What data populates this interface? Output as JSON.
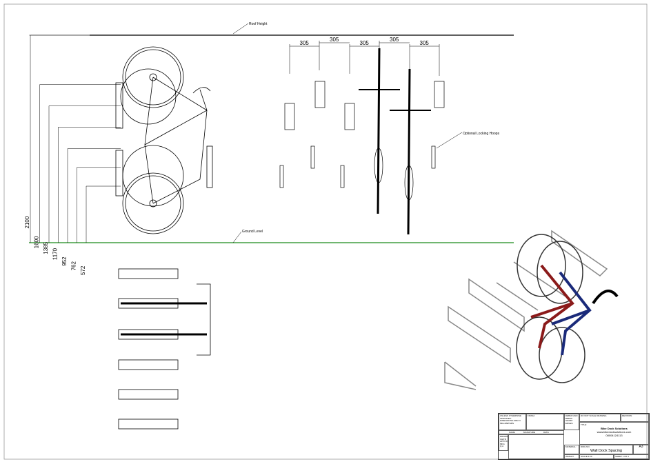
{
  "labels": {
    "roof_height": "Roof Height",
    "ground_level": "Ground Level",
    "optional_locking_hoops": "Optional Locking Hoops"
  },
  "vertical_dims": [
    "2100",
    "1600",
    "1385",
    "1170",
    "952",
    "762",
    "572"
  ],
  "spacing_dims": [
    "305",
    "305",
    "305",
    "305",
    "305"
  ],
  "title_block": {
    "company": "Bike Dock Solutions",
    "website": "www.bikedocksolutions.com",
    "phone": "08004124113",
    "title": "Wall Dock Spacing",
    "size": "A3",
    "title_label": "TITLE:",
    "dwg_label": "DWG NO.",
    "material_label": "MATERIAL:",
    "weight_label": "WEIGHT:",
    "scale_label": "SCALE:1:20",
    "sheet_label": "SHEET 1 OF 1",
    "do_not_scale": "DO NOT SCALE DRAWING",
    "revision": "REVISION",
    "dims_note": "UNLESS OTHERWISE SPECIFIED: DIMENSIONS ARE IN MILLIMETERS",
    "finish": "FINISH:",
    "deburr": "DEBUR AND BREAK SHARP EDGES",
    "cols": [
      "NAME",
      "SIGNATURE",
      "DATE"
    ],
    "rows": [
      "DRAWN",
      "CHK'D",
      "APPV'D",
      "MFG",
      "Q.A"
    ]
  },
  "colors": {
    "ground": "#1a8a1a",
    "bike_red": "#8b1a1a",
    "bike_blue": "#1a2a7a"
  }
}
